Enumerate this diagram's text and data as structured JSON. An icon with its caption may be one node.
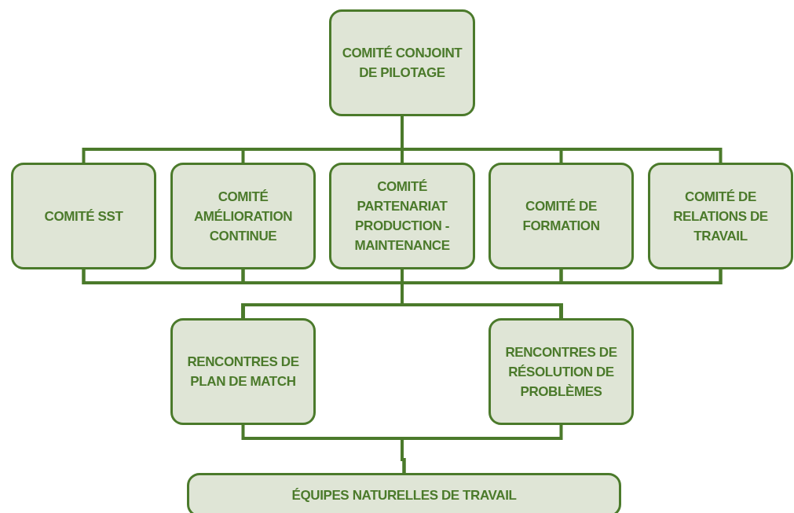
{
  "diagram": {
    "nodes": [
      {
        "text": [
          "COMITÉ CONJOINT DE PILOTAGE"
        ]
      },
      {
        "text": [
          "COMITÉ SST"
        ]
      },
      {
        "text": [
          "COMITÉ AMÉLIORATION CONTINUE"
        ]
      },
      {
        "text": [
          "COMITÉ PARTENARIAT PRODUCTION - MAINTENANCE"
        ]
      },
      {
        "text": [
          "COMITÉ DE FORMATION"
        ]
      },
      {
        "text": [
          "COMITÉ DE RELATIONS DE TRAVAIL"
        ]
      },
      {
        "text": [
          "RENCONTRES DE PLAN DE MATCH"
        ]
      },
      {
        "text": [
          "RENCONTRES DE RÉSOLUTION DE PROBLÈMES"
        ]
      },
      {
        "text": [
          "ÉQUIPES NATURELLES DE TRAVAIL"
        ]
      }
    ],
    "edges": [
      {
        "from": 0,
        "to": 1,
        "arrow": "none"
      },
      {
        "from": 0,
        "to": 2,
        "arrow": "none"
      },
      {
        "from": 0,
        "to": 3,
        "arrow": "none"
      },
      {
        "from": 0,
        "to": 4,
        "arrow": "none"
      },
      {
        "from": 0,
        "to": 5,
        "arrow": "none"
      },
      {
        "from": 1,
        "to": 6,
        "arrow": "none"
      },
      {
        "from": 2,
        "to": 6,
        "arrow": "none"
      },
      {
        "from": 3,
        "to": 6,
        "arrow": "none"
      },
      {
        "from": 4,
        "to": 6,
        "arrow": "none"
      },
      {
        "from": 5,
        "to": 6,
        "arrow": "none"
      },
      {
        "from": 1,
        "to": 7,
        "arrow": "none"
      },
      {
        "from": 2,
        "to": 7,
        "arrow": "none"
      },
      {
        "from": 3,
        "to": 7,
        "arrow": "none"
      },
      {
        "from": 4,
        "to": 7,
        "arrow": "none"
      },
      {
        "from": 5,
        "to": 7,
        "arrow": "none"
      },
      {
        "from": 6,
        "to": 8,
        "arrow": "none"
      },
      {
        "from": 7,
        "to": 8,
        "arrow": "none"
      }
    ]
  }
}
